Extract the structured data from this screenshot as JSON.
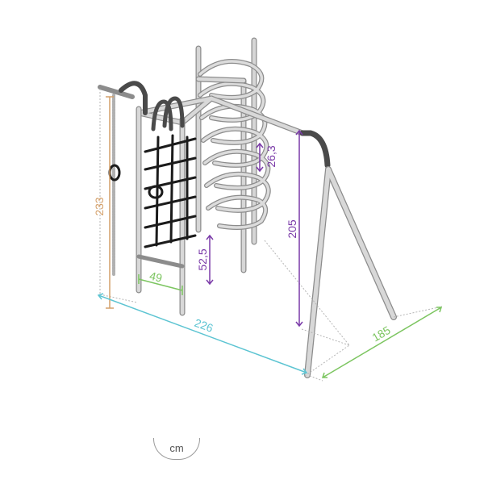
{
  "colors": {
    "frame": "#c9c9c9",
    "frame_stroke": "#8c8c8c",
    "net": "#1b1b1b",
    "height_233": "#d4a06a",
    "width_226": "#5cc4d2",
    "depth_185": "#7cc560",
    "width_49": "#7cc560",
    "purple": "#7a3aa8",
    "guide": "#b5b5b5"
  },
  "dimensions": {
    "height_total": "233",
    "width_total": "226",
    "depth_total": "185",
    "rung_spacing": "49",
    "climb_step": "26,3",
    "ladder_low": "52,5",
    "bar_height": "205"
  },
  "unit_label": "cm"
}
